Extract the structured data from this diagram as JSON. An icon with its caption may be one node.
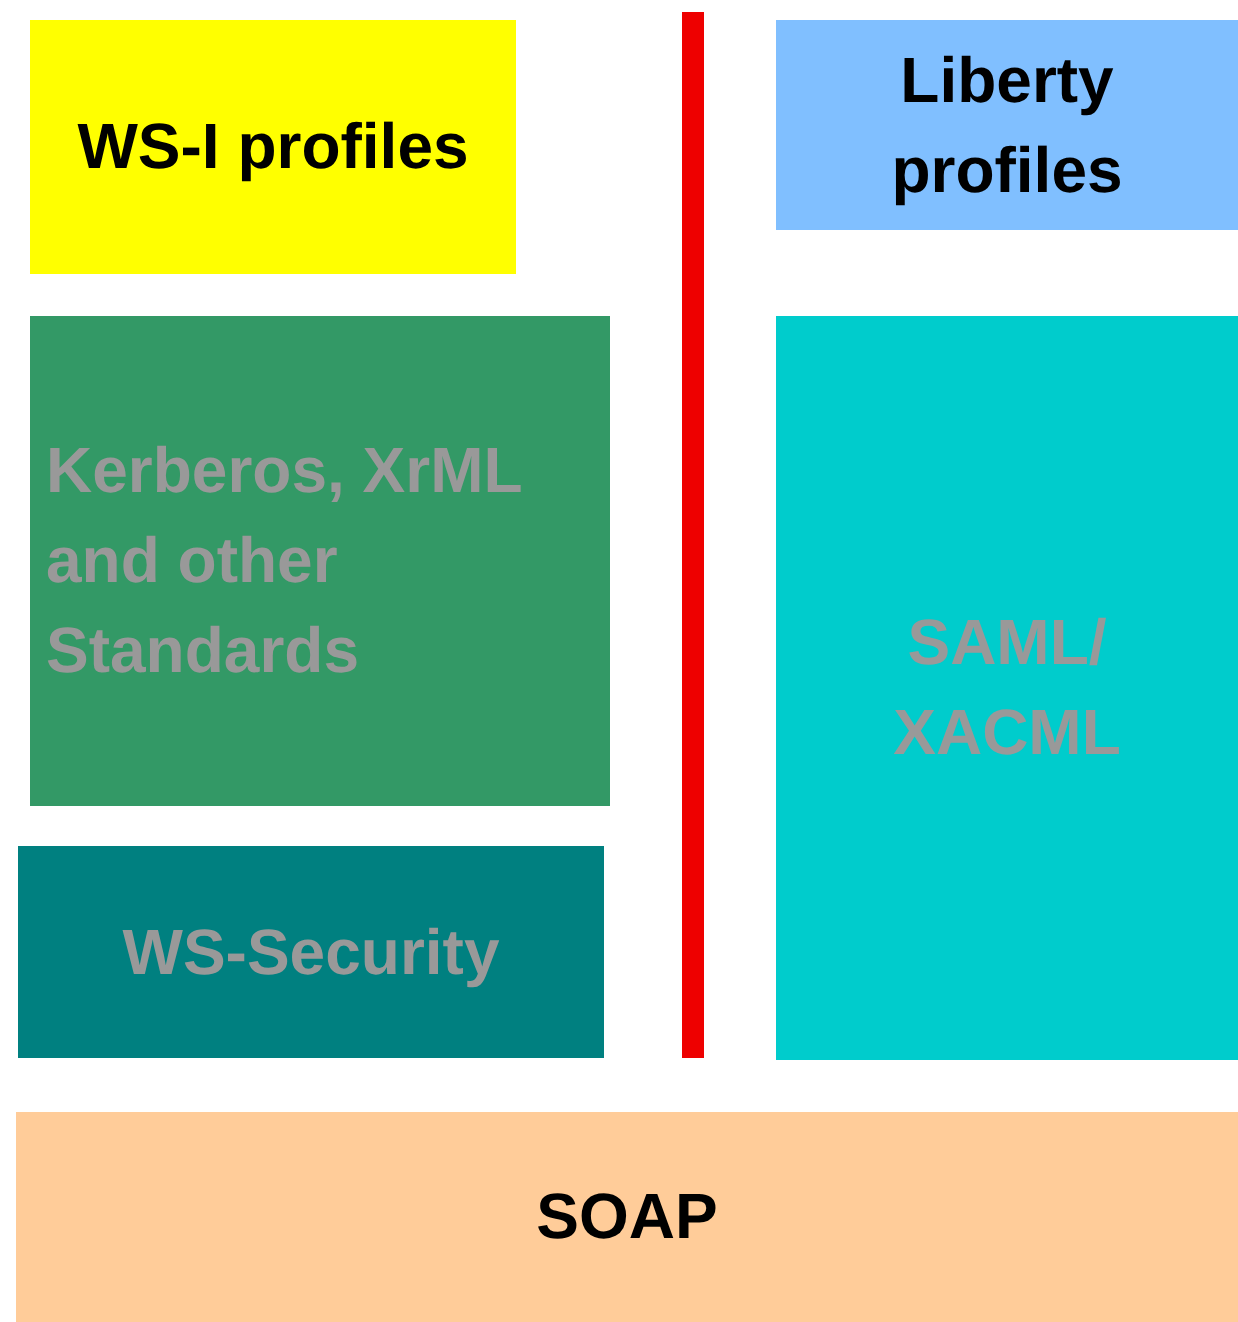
{
  "diagram": {
    "nodes": [
      {
        "text": [
          "WS-I profiles"
        ]
      },
      {
        "text": [
          "Liberty profiles"
        ]
      },
      {
        "text": [
          "Kerberos, XrML and other Standards"
        ]
      },
      {
        "text": [
          "SAML/ XACML"
        ]
      },
      {
        "text": [
          "WS-Security"
        ]
      },
      {
        "text": [
          "SOAP"
        ]
      }
    ]
  }
}
